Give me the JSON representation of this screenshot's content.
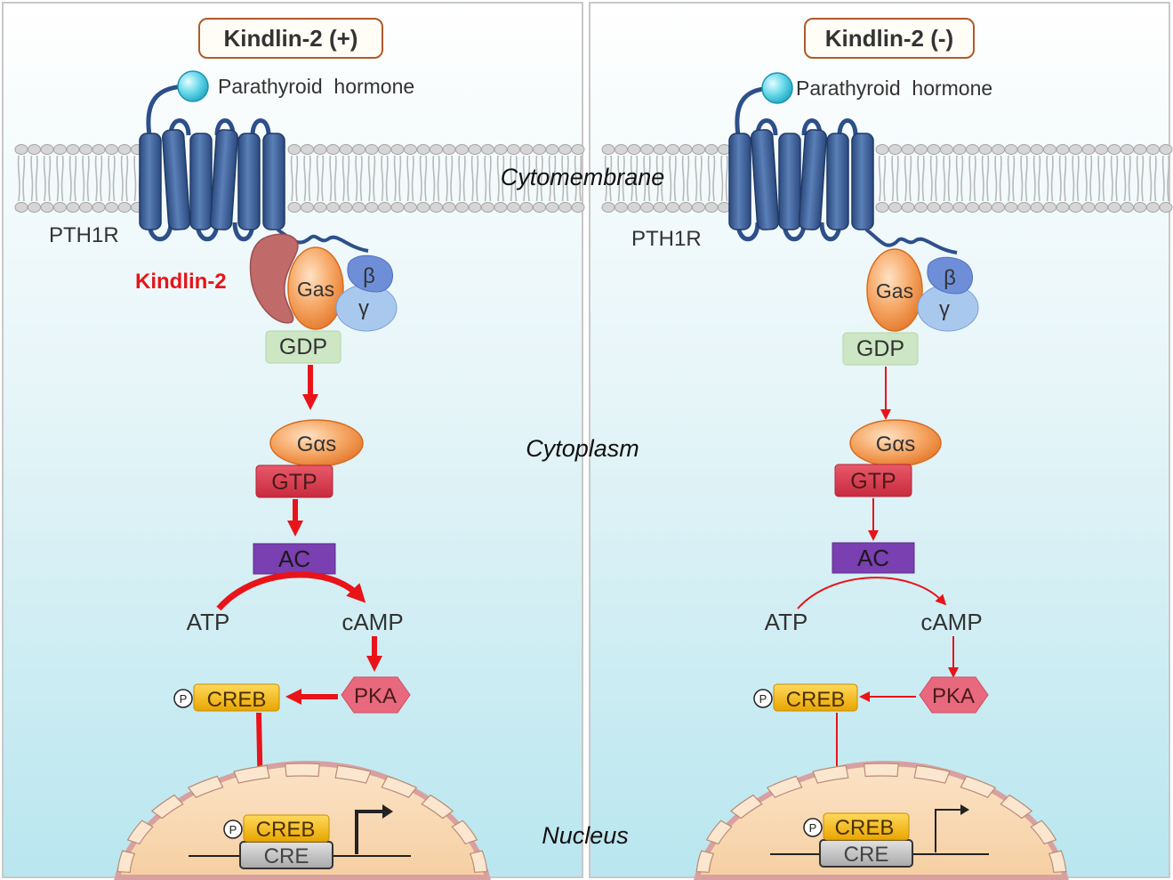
{
  "left_panel": {
    "title": "Kindlin-2 (+)",
    "hormone": "Parathyroid  hormone",
    "receptor": "PTH1R",
    "kindlin": "Kindlin-2",
    "gas": "Gas",
    "beta": "β",
    "gamma": "γ",
    "gdp": "GDP",
    "galpha": "Gαs",
    "gtp": "GTP",
    "ac": "AC",
    "atp": "ATP",
    "camp": "cAMP",
    "pka": "PKA",
    "creb": "CREB",
    "p": "P",
    "nuc_creb": "CREB",
    "nuc_p": "P",
    "cre": "CRE"
  },
  "right_panel": {
    "title": "Kindlin-2 (-)",
    "hormone": "Parathyroid  hormone",
    "receptor": "PTH1R",
    "gas": "Gas",
    "beta": "β",
    "gamma": "γ",
    "gdp": "GDP",
    "galpha": "Gαs",
    "gtp": "GTP",
    "ac": "AC",
    "atp": "ATP",
    "camp": "cAMP",
    "pka": "PKA",
    "creb": "CREB",
    "p": "P",
    "nuc_creb": "CREB",
    "nuc_p": "P",
    "cre": "CRE"
  },
  "labels": {
    "cytomembrane": "Cytomembrane",
    "cytoplasm": "Cytoplasm",
    "nucleus": "Nucleus"
  },
  "colors": {
    "arrow": "#e8141a",
    "receptor": "#3d5f98",
    "galpha": "#f08a3c",
    "gtp": "#d8364a",
    "ac": "#7a3fb0",
    "creb": "#f2b705",
    "pka": "#e8697e",
    "kindlin": "#c46a6a",
    "gdp": "#cde6c4",
    "nucleus": "#f8d8b4",
    "ligand": "#5fd4e6"
  }
}
